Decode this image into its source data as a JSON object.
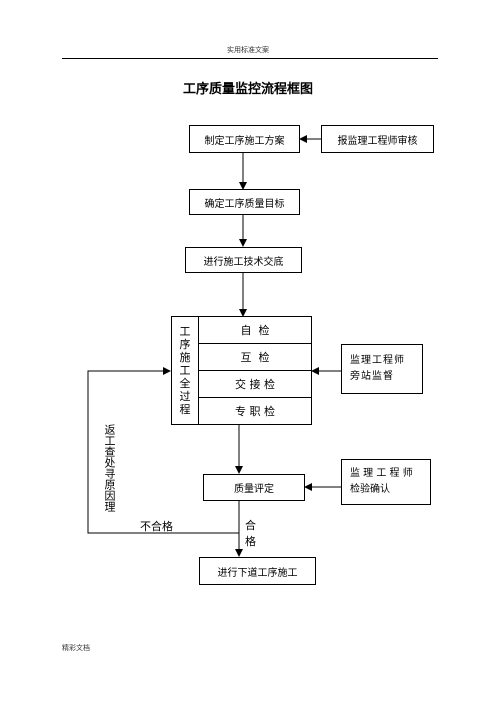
{
  "header": "实用标准文案",
  "title": "工序质量监控流程框图",
  "footer": "精彩文档",
  "nodes": {
    "plan": "制定工序施工方案",
    "review": "报监理工程师审核",
    "target": "确定工序质量目标",
    "briefing": "进行施工技术交底",
    "process_label": "工序施工全过程",
    "checks": [
      "自  检",
      "互  检",
      "交 接 检",
      "专 职 检"
    ],
    "supervision": "监理工程师旁站监督",
    "evaluation": "质量评定",
    "confirm": "监 理 工 程 师检验确认",
    "next": "进行下道工序施工"
  },
  "labels": {
    "return": "返工查处寻原因理",
    "fail": "不合格",
    "pass": "合格"
  }
}
